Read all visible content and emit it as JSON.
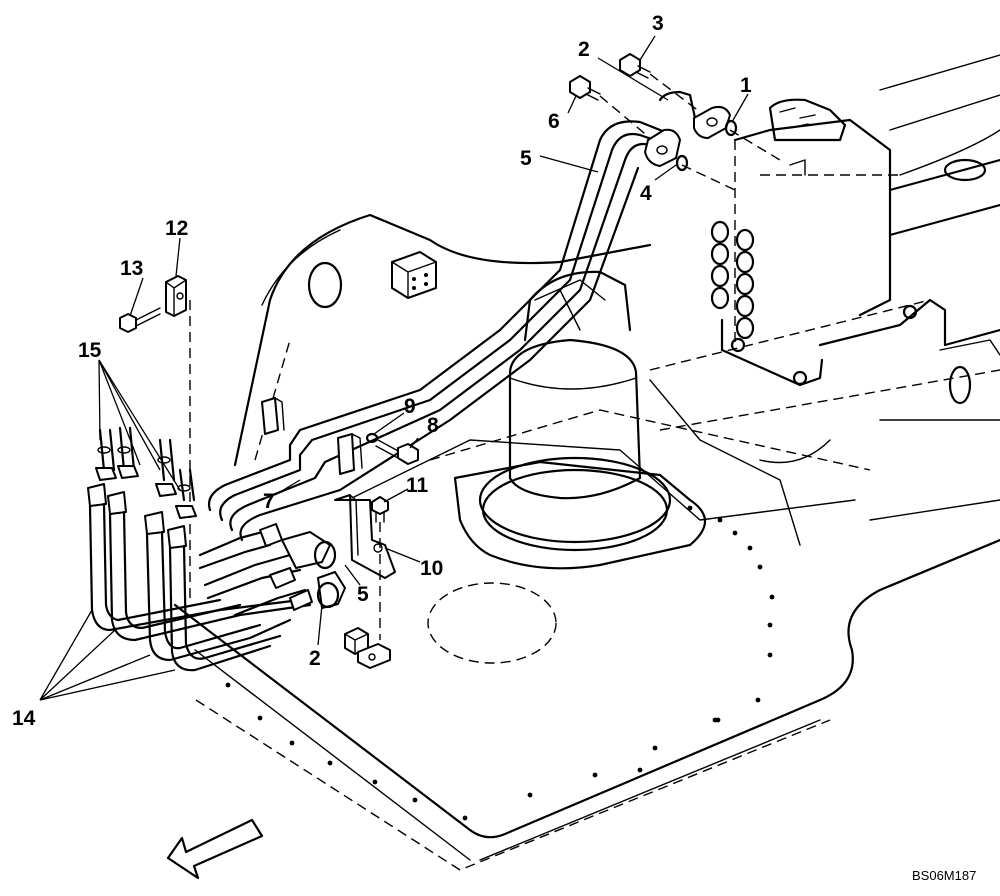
{
  "callouts": [
    "1",
    "2",
    "3",
    "4",
    "5",
    "6",
    "7",
    "8",
    "9",
    "10",
    "11",
    "12",
    "13",
    "14",
    "15",
    "2",
    "5"
  ],
  "reference_code": "BS06M187"
}
